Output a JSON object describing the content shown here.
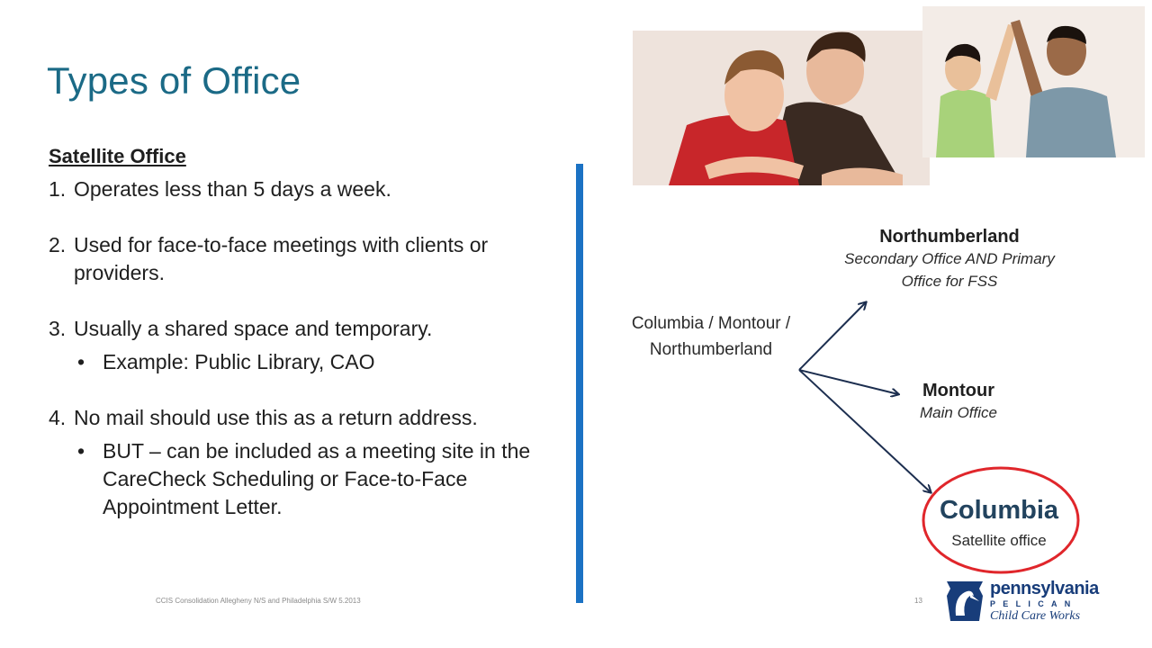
{
  "slide": {
    "title": "Types of Office"
  },
  "content": {
    "heading": "Satellite Office",
    "items": [
      {
        "num": "1.",
        "text": "Operates less than 5 days a week.",
        "bullets": []
      },
      {
        "num": "2.",
        "text": "Used for face-to-face meetings with clients or providers.",
        "bullets": []
      },
      {
        "num": "3.",
        "text": "Usually a shared space and temporary.",
        "bullets": [
          "Example: Public Library, CAO"
        ]
      },
      {
        "num": "4.",
        "text": "No mail should use this as a return address.",
        "bullets": [
          "BUT – can be included as a meeting site in the CareCheck Scheduling or Face-to-Face Appointment Letter."
        ]
      }
    ],
    "bullet_glyph": "•"
  },
  "diagram": {
    "source": "Columbia / Montour / Northumberland",
    "targets": [
      {
        "title": "Northumberland",
        "subtitle": "Secondary Office AND Primary Office for FSS"
      },
      {
        "title": "Montour",
        "subtitle": "Main Office"
      },
      {
        "title": "Columbia",
        "subtitle": "Satellite office"
      }
    ],
    "highlight_color": "#e0262b",
    "arrow_color": "#1c2e4f"
  },
  "footer": {
    "text": "CCIS Consolidation Allegheny N/S and Philadelphia S/W 5.2013",
    "page": "13"
  },
  "logo": {
    "line1": "pennsylvania",
    "line2": "PELICAN",
    "line3": "Child Care Works",
    "color": "#183d7a"
  },
  "accent": {
    "title_color": "#1b6a86",
    "divider_color": "#1b72c4"
  }
}
